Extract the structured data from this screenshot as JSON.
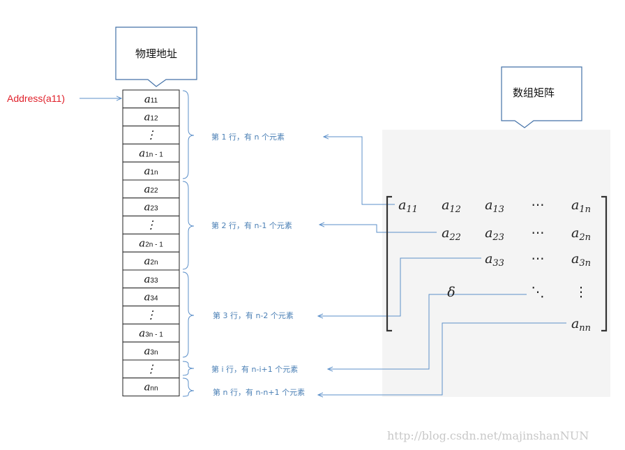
{
  "callouts": {
    "physical": "物理地址",
    "matrix": "数组矩阵"
  },
  "address_label": "Address(a11)",
  "cells": [
    {
      "base": "a",
      "sub": "11"
    },
    {
      "base": "a",
      "sub": "12"
    },
    {
      "base": "⋮",
      "sub": ""
    },
    {
      "base": "a",
      "sub": "1n - 1"
    },
    {
      "base": "a",
      "sub": "1n"
    },
    {
      "base": "a",
      "sub": "22"
    },
    {
      "base": "a",
      "sub": "23"
    },
    {
      "base": "⋮",
      "sub": ""
    },
    {
      "base": "a",
      "sub": "2n - 1"
    },
    {
      "base": "a",
      "sub": "2n"
    },
    {
      "base": "a",
      "sub": "33"
    },
    {
      "base": "a",
      "sub": "34"
    },
    {
      "base": "⋮",
      "sub": ""
    },
    {
      "base": "a",
      "sub": "3n - 1"
    },
    {
      "base": "a",
      "sub": "3n"
    },
    {
      "base": "⋮",
      "sub": ""
    },
    {
      "base": "a",
      "sub": "nn"
    }
  ],
  "row_labels": [
    "第 1 行，有 n 个元素",
    "第 2 行，有 n-1 个元素",
    "第 3 行，有 n-2 个元素",
    "第 i 行，有 n-i+1 个元素",
    "第 n 行，有 n-n+1 个元素"
  ],
  "matrix": {
    "row1": [
      {
        "base": "a",
        "sub": "11"
      },
      {
        "base": "a",
        "sub": "12"
      },
      {
        "base": "a",
        "sub": "13"
      },
      {
        "base": "⋯",
        "sub": ""
      },
      {
        "base": "a",
        "sub": "1n"
      }
    ],
    "row2": [
      {
        "base": "a",
        "sub": "22"
      },
      {
        "base": "a",
        "sub": "23"
      },
      {
        "base": "⋯",
        "sub": ""
      },
      {
        "base": "a",
        "sub": "2n"
      }
    ],
    "row3": [
      {
        "base": "a",
        "sub": "33"
      },
      {
        "base": "⋯",
        "sub": ""
      },
      {
        "base": "a",
        "sub": "3n"
      }
    ],
    "row4": [
      {
        "base": "δ",
        "sub": ""
      },
      {
        "base": "⋱",
        "sub": ""
      },
      {
        "base": "⋮",
        "sub": ""
      }
    ],
    "row5": [
      {
        "base": "a",
        "sub": "nn"
      }
    ]
  },
  "watermark": "http://blog.csdn.net/majinshanNUN",
  "colors": {
    "line": "#5b8fc9",
    "label": "#4a7fb5",
    "address": "#e0202a",
    "matrix_bg": "#f4f4f4",
    "callout_border": "#4472a8"
  }
}
